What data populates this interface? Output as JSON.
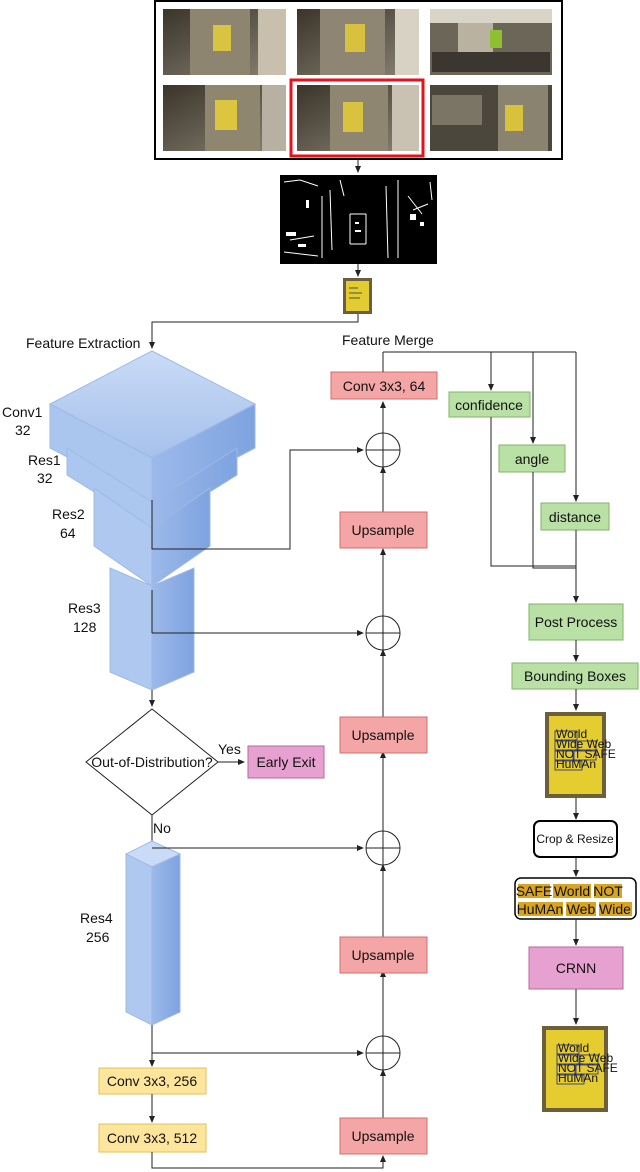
{
  "labels": {
    "feature_extraction": "Feature Extraction",
    "feature_merge": "Feature Merge",
    "conv1_name": "Conv1",
    "conv1_ch": "32",
    "res1_name": "Res1",
    "res1_ch": "32",
    "res2_name": "Res2",
    "res2_ch": "64",
    "res3_name": "Res3",
    "res3_ch": "128",
    "res4_name": "Res4",
    "res4_ch": "256",
    "ood": "Out-of-Distribution?",
    "yes": "Yes",
    "no": "No",
    "early_exit": "Early Exit"
  },
  "boxes": {
    "conv_top": "Conv 3x3, 64",
    "upsample": "Upsample",
    "conv256": "Conv 3x3, 256",
    "conv512": "Conv 3x3, 512",
    "confidence": "confidence",
    "angle": "angle",
    "distance": "distance",
    "post_process": "Post Process",
    "bounding_boxes": "Bounding Boxes",
    "crop_resize": "Crop & Resize",
    "crnn": "CRNN"
  },
  "ocr_words": [
    {
      "text": "SAFE",
      "highlight": true
    },
    {
      "text": "World",
      "highlight": true
    },
    {
      "text": "NOT",
      "highlight": true
    },
    {
      "text": "HuMAn",
      "highlight": true
    },
    {
      "text": "Web",
      "highlight": true
    },
    {
      "text": "Wide",
      "highlight": true
    }
  ],
  "poster_text": {
    "line1": "World",
    "line2": "Wide Web",
    "line3": "NOT SAFE",
    "line4": "HuMAn"
  },
  "colors": {
    "blue": "#a9c4ee",
    "red": "#f4a6a6",
    "green": "#b9e0a5",
    "yellow": "#fde69c",
    "pink": "#e7a1d0",
    "highlight": "#d9a521",
    "frame_red": "#e8101a"
  }
}
